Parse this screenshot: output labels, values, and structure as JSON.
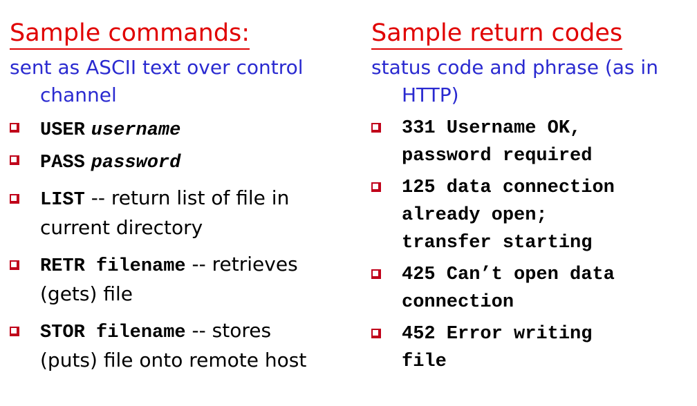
{
  "left": {
    "heading": "Sample commands:",
    "subhead_line1": "sent as ASCII text over control",
    "subhead_line2": "channel",
    "items": [
      {
        "cmd": "USER",
        "arg": "username",
        "desc": ""
      },
      {
        "cmd": "PASS",
        "arg": "password",
        "desc": ""
      },
      {
        "cmd": "LIST",
        "arg": "",
        "desc_line1": " -- return list of file in",
        "desc_line2": "current directory"
      },
      {
        "cmd": "RETR filename",
        "arg": "",
        "desc_line1": " -- retrieves",
        "desc_line2": "(gets) file"
      },
      {
        "cmd": "STOR filename",
        "arg": "",
        "desc_line1": " -- stores",
        "desc_line2": "(puts) file onto remote host"
      }
    ]
  },
  "right": {
    "heading": "Sample return codes",
    "subhead_line1": "status code and phrase (as in",
    "subhead_line2": "HTTP)",
    "items": [
      {
        "line1": "331 Username OK,",
        "line2": "password required"
      },
      {
        "line1": "125 data connection",
        "line2": "already open;",
        "line3": "transfer starting"
      },
      {
        "line1": "425 Can’t open data",
        "line2": "connection"
      },
      {
        "line1": "452 Error writing",
        "line2": "file"
      }
    ]
  },
  "colors": {
    "heading": "#e00000",
    "subhead": "#2a2ad0",
    "bullet": "#c0001a",
    "text": "#000000"
  },
  "icons": {
    "bullet": "checkbox-square-icon"
  }
}
